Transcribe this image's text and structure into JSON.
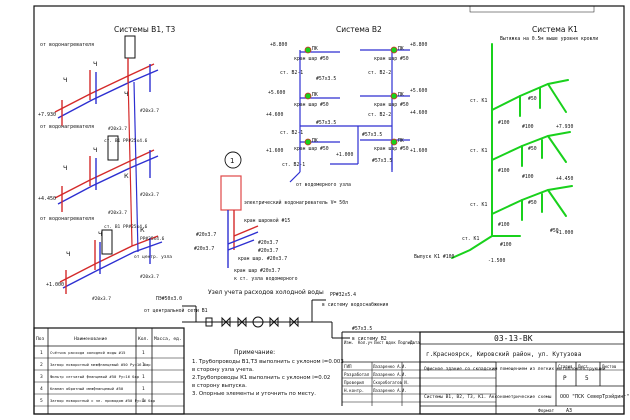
{
  "headings": {
    "b1t3": "Системы В1, Т3",
    "b2": "Система В2",
    "k1": "Система К1"
  },
  "b1": {
    "labels": [
      "от водонагревателя",
      "от водонагревателя",
      "от водонагревателя",
      "кран",
      "ст. В1 РР#25х4.6",
      "ст. В1 РР#25х4.6"
    ],
    "level_marks": [
      "+7.930",
      "+4.450",
      "+1.000"
    ],
    "dims": [
      "#20х3.7",
      "#20х3.7",
      "#20х3.7",
      "#20х3.7",
      "#20х3.7",
      "#20х3.7"
    ],
    "riser_marks": [
      "РР#25х4.6",
      "от центр. узла"
    ]
  },
  "b2": {
    "levels_left": [
      "+8.800",
      "+5.600",
      "+4.600",
      "+1.600",
      "+1.000"
    ],
    "levels_right": [
      "+8.800",
      "+5.600",
      "+4.600",
      "+1.600"
    ],
    "risers": [
      "ст. В2-1",
      "ст. В2-2",
      "ст. В2-1",
      "ст. В2-2",
      "ст. В2-1"
    ],
    "crane": [
      "кран шар #50",
      "кран шар #50",
      "кран шар #50",
      "кран шар #50",
      "кран шар #50",
      "кран шар #50"
    ],
    "pipe_dims": [
      "#57х3.5",
      "#57х3.5",
      "#57х3.5",
      "#57х3.5"
    ],
    "from_unit": "от водомерного узла",
    "pk": "ПК"
  },
  "k1": {
    "top_note": "Вытяжка на 0.5м выше уровня кровли",
    "risers": [
      "ст. К1",
      "ст. К1",
      "ст. К1",
      "ст. К1"
    ],
    "pipe_dims": [
      "#100",
      "#100",
      "#100",
      "#100",
      "#50",
      "#50",
      "#50",
      "#50",
      "#100",
      "#100"
    ],
    "levels": [
      "+7.930",
      "+4.450",
      "+1.000",
      "-1.500"
    ],
    "outlet": "Выпуск К1 #100"
  },
  "unit1": {
    "circle": "1",
    "heater": "электрический водонагреватель V= 50л",
    "valve": "кран шаровой #15",
    "dims": [
      "#20х3.7",
      "#20х3.7",
      "#20х3.7",
      "#20х3.7"
    ],
    "shower": "кран шар. #20х3.7",
    "bottom": "кран шар #20х3.7",
    "crane_lower": "к ст. узла водомерного"
  },
  "meter": {
    "title": "Узел учета расходов холодной воды",
    "input": "ПЭ#50х3.0",
    "from_city": "от центральной сети В1",
    "pipe": "РР#32х5.4",
    "to_b1": "в систему водоснабжения",
    "to_b2": "в систему В2",
    "size": "#57х3.5"
  },
  "notes": {
    "title": "Примечание:",
    "lines": [
      "1. Трубопроводы В1,Т3 выполнить с уклоном i=0.003",
      "в сторону узла учета.",
      "2.Трубопроводы К1 выполнить с уклоном i=0.02",
      "в сторону выпуска.",
      "3. Опорные элементы и уточнить по месту."
    ]
  },
  "spec": {
    "headers": [
      "Поз",
      "Наименование",
      "Кол.",
      "Масса, ед."
    ],
    "rows": [
      {
        "pos": "1",
        "name": "Счётчик расхода холодной воды #15",
        "qty": "1"
      },
      {
        "pos": "2",
        "name": "Затвор поворотный межфланцевый #50 Ру=16 бар",
        "qty": "1"
      },
      {
        "pos": "3",
        "name": "Фильтр сетчатый фланцевый #50 Ру=16 бар",
        "qty": "1"
      },
      {
        "pos": "4",
        "name": "Клапан обратный межфланцевый #50",
        "qty": "1"
      },
      {
        "pos": "5",
        "name": "Затвор поворотный с эл. приводом #50 Ру=16 бар",
        "qty": "1"
      }
    ]
  },
  "stamp": {
    "code": "03-13-ВК",
    "address": "г.Красноярск, Кировский район, ул. Кутузова",
    "object": "Офисное здание со складским помещением из легких металлоконструкций",
    "stage_label": "Стадия",
    "sheet_label": "Лист",
    "sheets_label": "Листов",
    "stage": "Р",
    "sheet": "5",
    "title": "Системы В1, В2, Т3, К1. Аксонометрические схемы",
    "company": "ООО \"ПСК СеверТрэйдинг\"",
    "roles": [
      "ГИП",
      "Разработал",
      "Проверил",
      "Н.контр."
    ],
    "names": [
      "Лазаренко А.И.",
      "Лазаренко А.И.",
      "Скоробогатов И.",
      "Лазаренко А.И."
    ],
    "format_label": "Формат",
    "format": "А3",
    "cols": [
      "Изм.",
      "Кол.уч",
      "Лист",
      "№док",
      "Подпись",
      "Дата"
    ]
  },
  "colors": {
    "b1": "#d42a2a",
    "t3": "#2d2fd1",
    "b2": "#2d2fd1",
    "k1": "#19d11c",
    "frame": "#111111",
    "heater": "#e04848"
  }
}
